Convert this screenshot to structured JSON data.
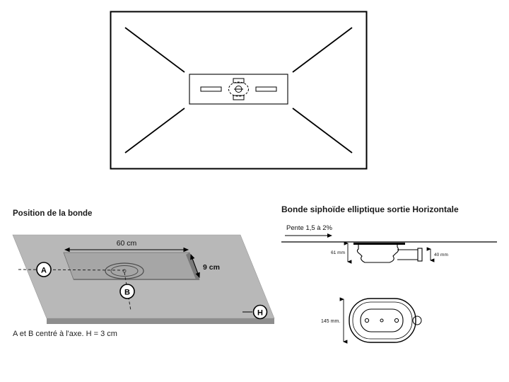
{
  "position_section": {
    "title": "Position de la bonde",
    "dim_width_label": "60 cm",
    "dim_depth_label": "9 cm",
    "marker_a": "A",
    "marker_b": "B",
    "marker_h": "H",
    "note": "A et B centré à l'axe. H = 3 cm"
  },
  "drain_section": {
    "title": "Bonde siphoïde elliptique sortie Horizontale",
    "slope_label": "Pente 1,5 à 2%",
    "dim_under_tray": "61 mm",
    "dim_outlet": "40 mm",
    "dim_overall": "145 mm."
  },
  "colors": {
    "tray_top": "#b8b8b8",
    "tray_front": "#8e8e8e",
    "recess": "#a6a6a6",
    "recess_shadow": "#7a7a7a",
    "line": "#000000"
  }
}
